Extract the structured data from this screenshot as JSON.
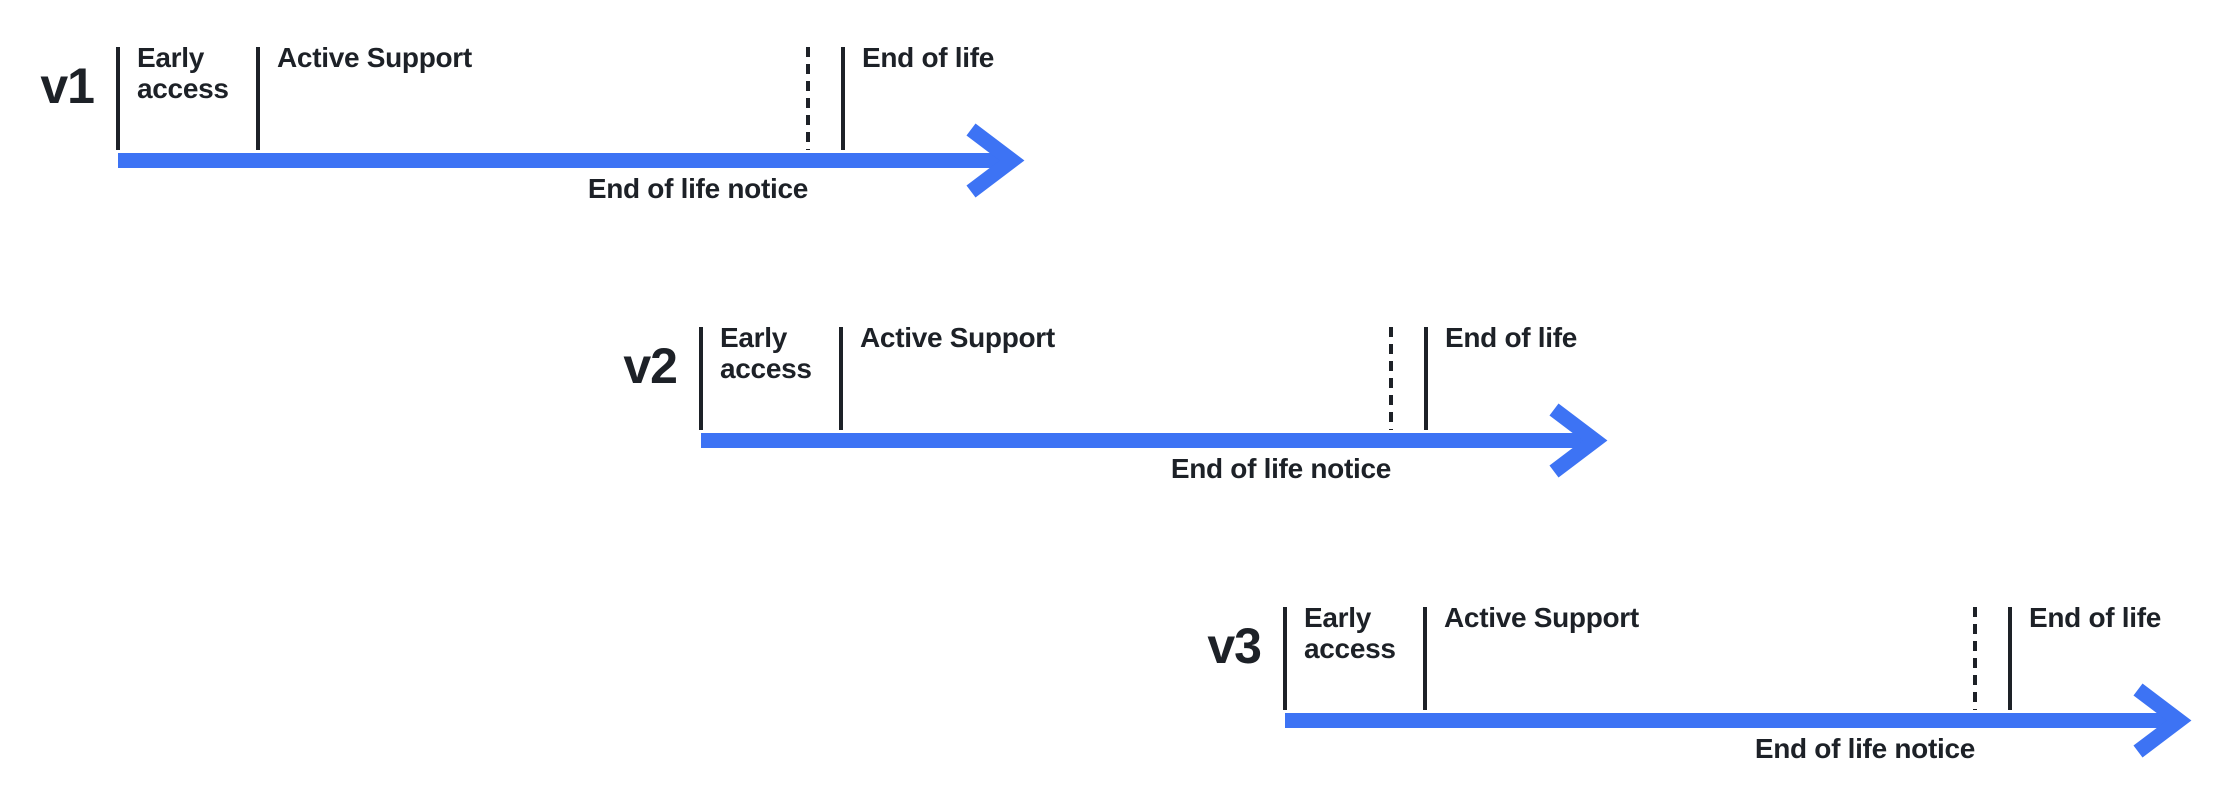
{
  "colors": {
    "accent_blue": "#3d73f4",
    "ink": "#1d2127"
  },
  "diagram": {
    "name": "Version release lifecycle timelines",
    "timelines": [
      {
        "version": "v1",
        "phases": {
          "early_access": "Early access",
          "active_support": "Active Support",
          "end_of_life": "End of life"
        },
        "annotations": {
          "eol_notice": "End of life notice"
        }
      },
      {
        "version": "v2",
        "phases": {
          "early_access": "Early access",
          "active_support": "Active Support",
          "end_of_life": "End of life"
        },
        "annotations": {
          "eol_notice": "End of life notice"
        }
      },
      {
        "version": "v3",
        "phases": {
          "early_access": "Early access",
          "active_support": "Active Support",
          "end_of_life": "End of life"
        },
        "annotations": {
          "eol_notice": "End of life notice"
        }
      }
    ]
  }
}
